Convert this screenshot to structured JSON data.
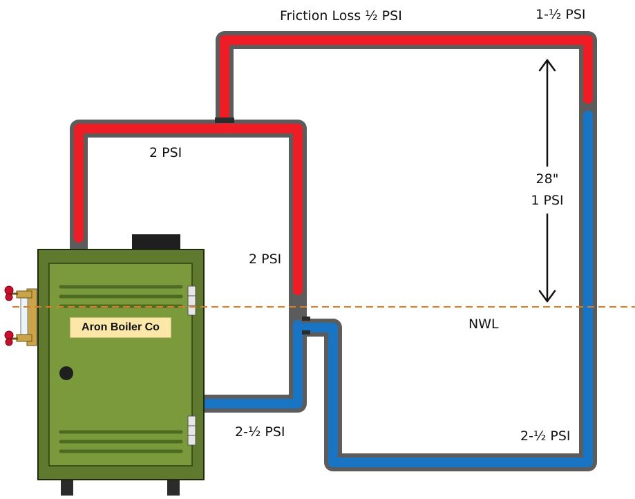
{
  "labels": {
    "friction_loss": "Friction Loss ½ PSI",
    "top_right": "1-½ PSI",
    "upper_left": "2 PSI",
    "riser": "2 PSI",
    "height": "28\"",
    "height_psi": "1 PSI",
    "nwl": "NWL",
    "return_left": "2-½ PSI",
    "return_right": "2-½ PSI"
  },
  "boiler": {
    "nameplate": "Aron Boiler Co"
  },
  "colors": {
    "pipe_outer": "#5c5c5c",
    "supply": "#ee1c24",
    "return": "#1a74c4",
    "boiler_body": "#5f7a2e",
    "boiler_door": "#7a9a3c",
    "louver": "#4e6b22",
    "nwl_line": "#e07b22",
    "nameplate_bg": "#fbe8a8",
    "valve_red": "#c8102e",
    "brass": "#c9a44a"
  },
  "icons": {
    "valve": "gauge-glass-valve",
    "arrow": "double-headed-arrow"
  }
}
